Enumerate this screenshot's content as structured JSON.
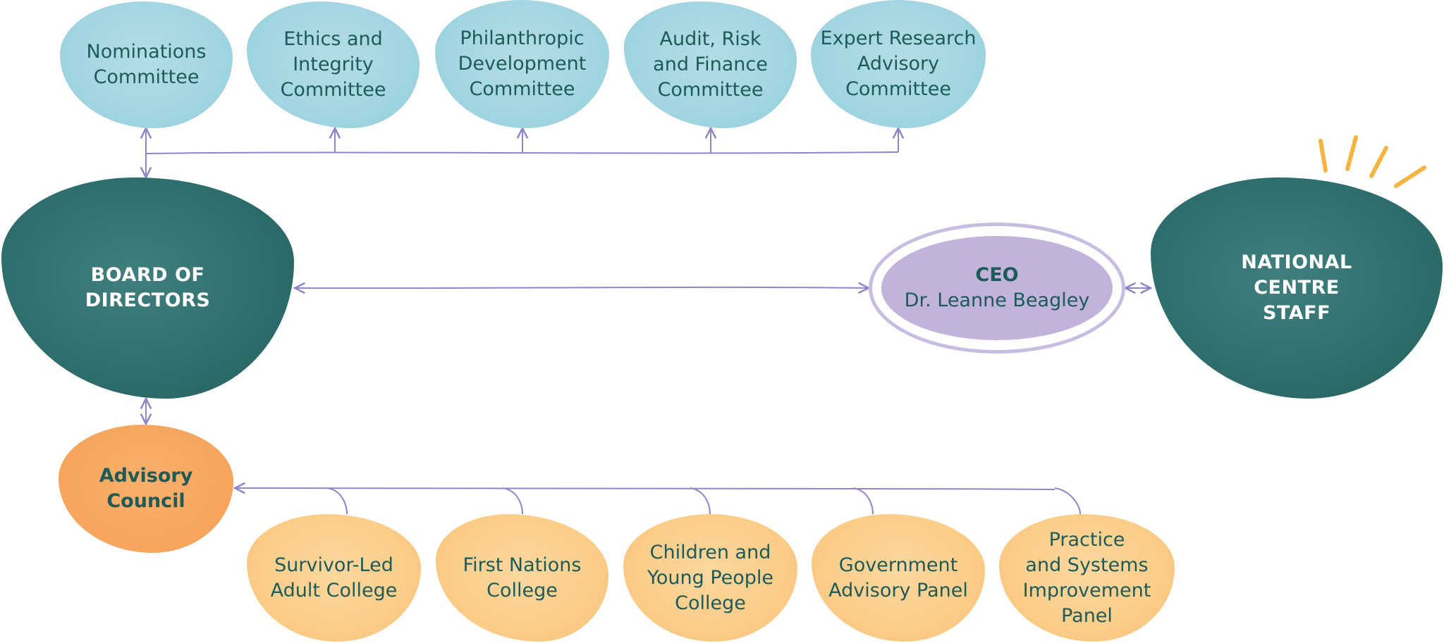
{
  "committees": [
    {
      "lines": [
        "Nominations",
        "Committee"
      ]
    },
    {
      "lines": [
        "Ethics and",
        "Integrity",
        "Committee"
      ]
    },
    {
      "lines": [
        "Philanthropic",
        "Development",
        "Committee"
      ]
    },
    {
      "lines": [
        "Audit, Risk",
        "and Finance",
        "Committee"
      ]
    },
    {
      "lines": [
        "Expert Research",
        "Advisory",
        "Committee"
      ]
    }
  ],
  "board": {
    "lines": [
      "BOARD OF",
      "DIRECTORS"
    ]
  },
  "ceo": {
    "title": "CEO",
    "name": "Dr. Leanne Beagley"
  },
  "staff": {
    "lines": [
      "NATIONAL",
      "CENTRE",
      "STAFF"
    ]
  },
  "advisory_council": {
    "lines": [
      "Advisory",
      "Council"
    ]
  },
  "colleges": [
    {
      "lines": [
        "Survivor-Led",
        "Adult College"
      ]
    },
    {
      "lines": [
        "First Nations",
        "College"
      ]
    },
    {
      "lines": [
        "Children and",
        "Young People",
        "College"
      ]
    },
    {
      "lines": [
        "Government",
        "Advisory Panel"
      ]
    },
    {
      "lines": [
        "Practice",
        "and Systems",
        "Improvement",
        "Panel"
      ]
    }
  ],
  "colors": {
    "connector": "#8f85c9",
    "accent_underline": "#f2b04a",
    "burst": "#f5b440",
    "board_teal": "#2f6f6d",
    "committee_blue": "#a3d6e1",
    "college_peach": "#fbcd88",
    "advisory_orange": "#f6a55c",
    "ceo_lavender": "#c1b3dc"
  }
}
